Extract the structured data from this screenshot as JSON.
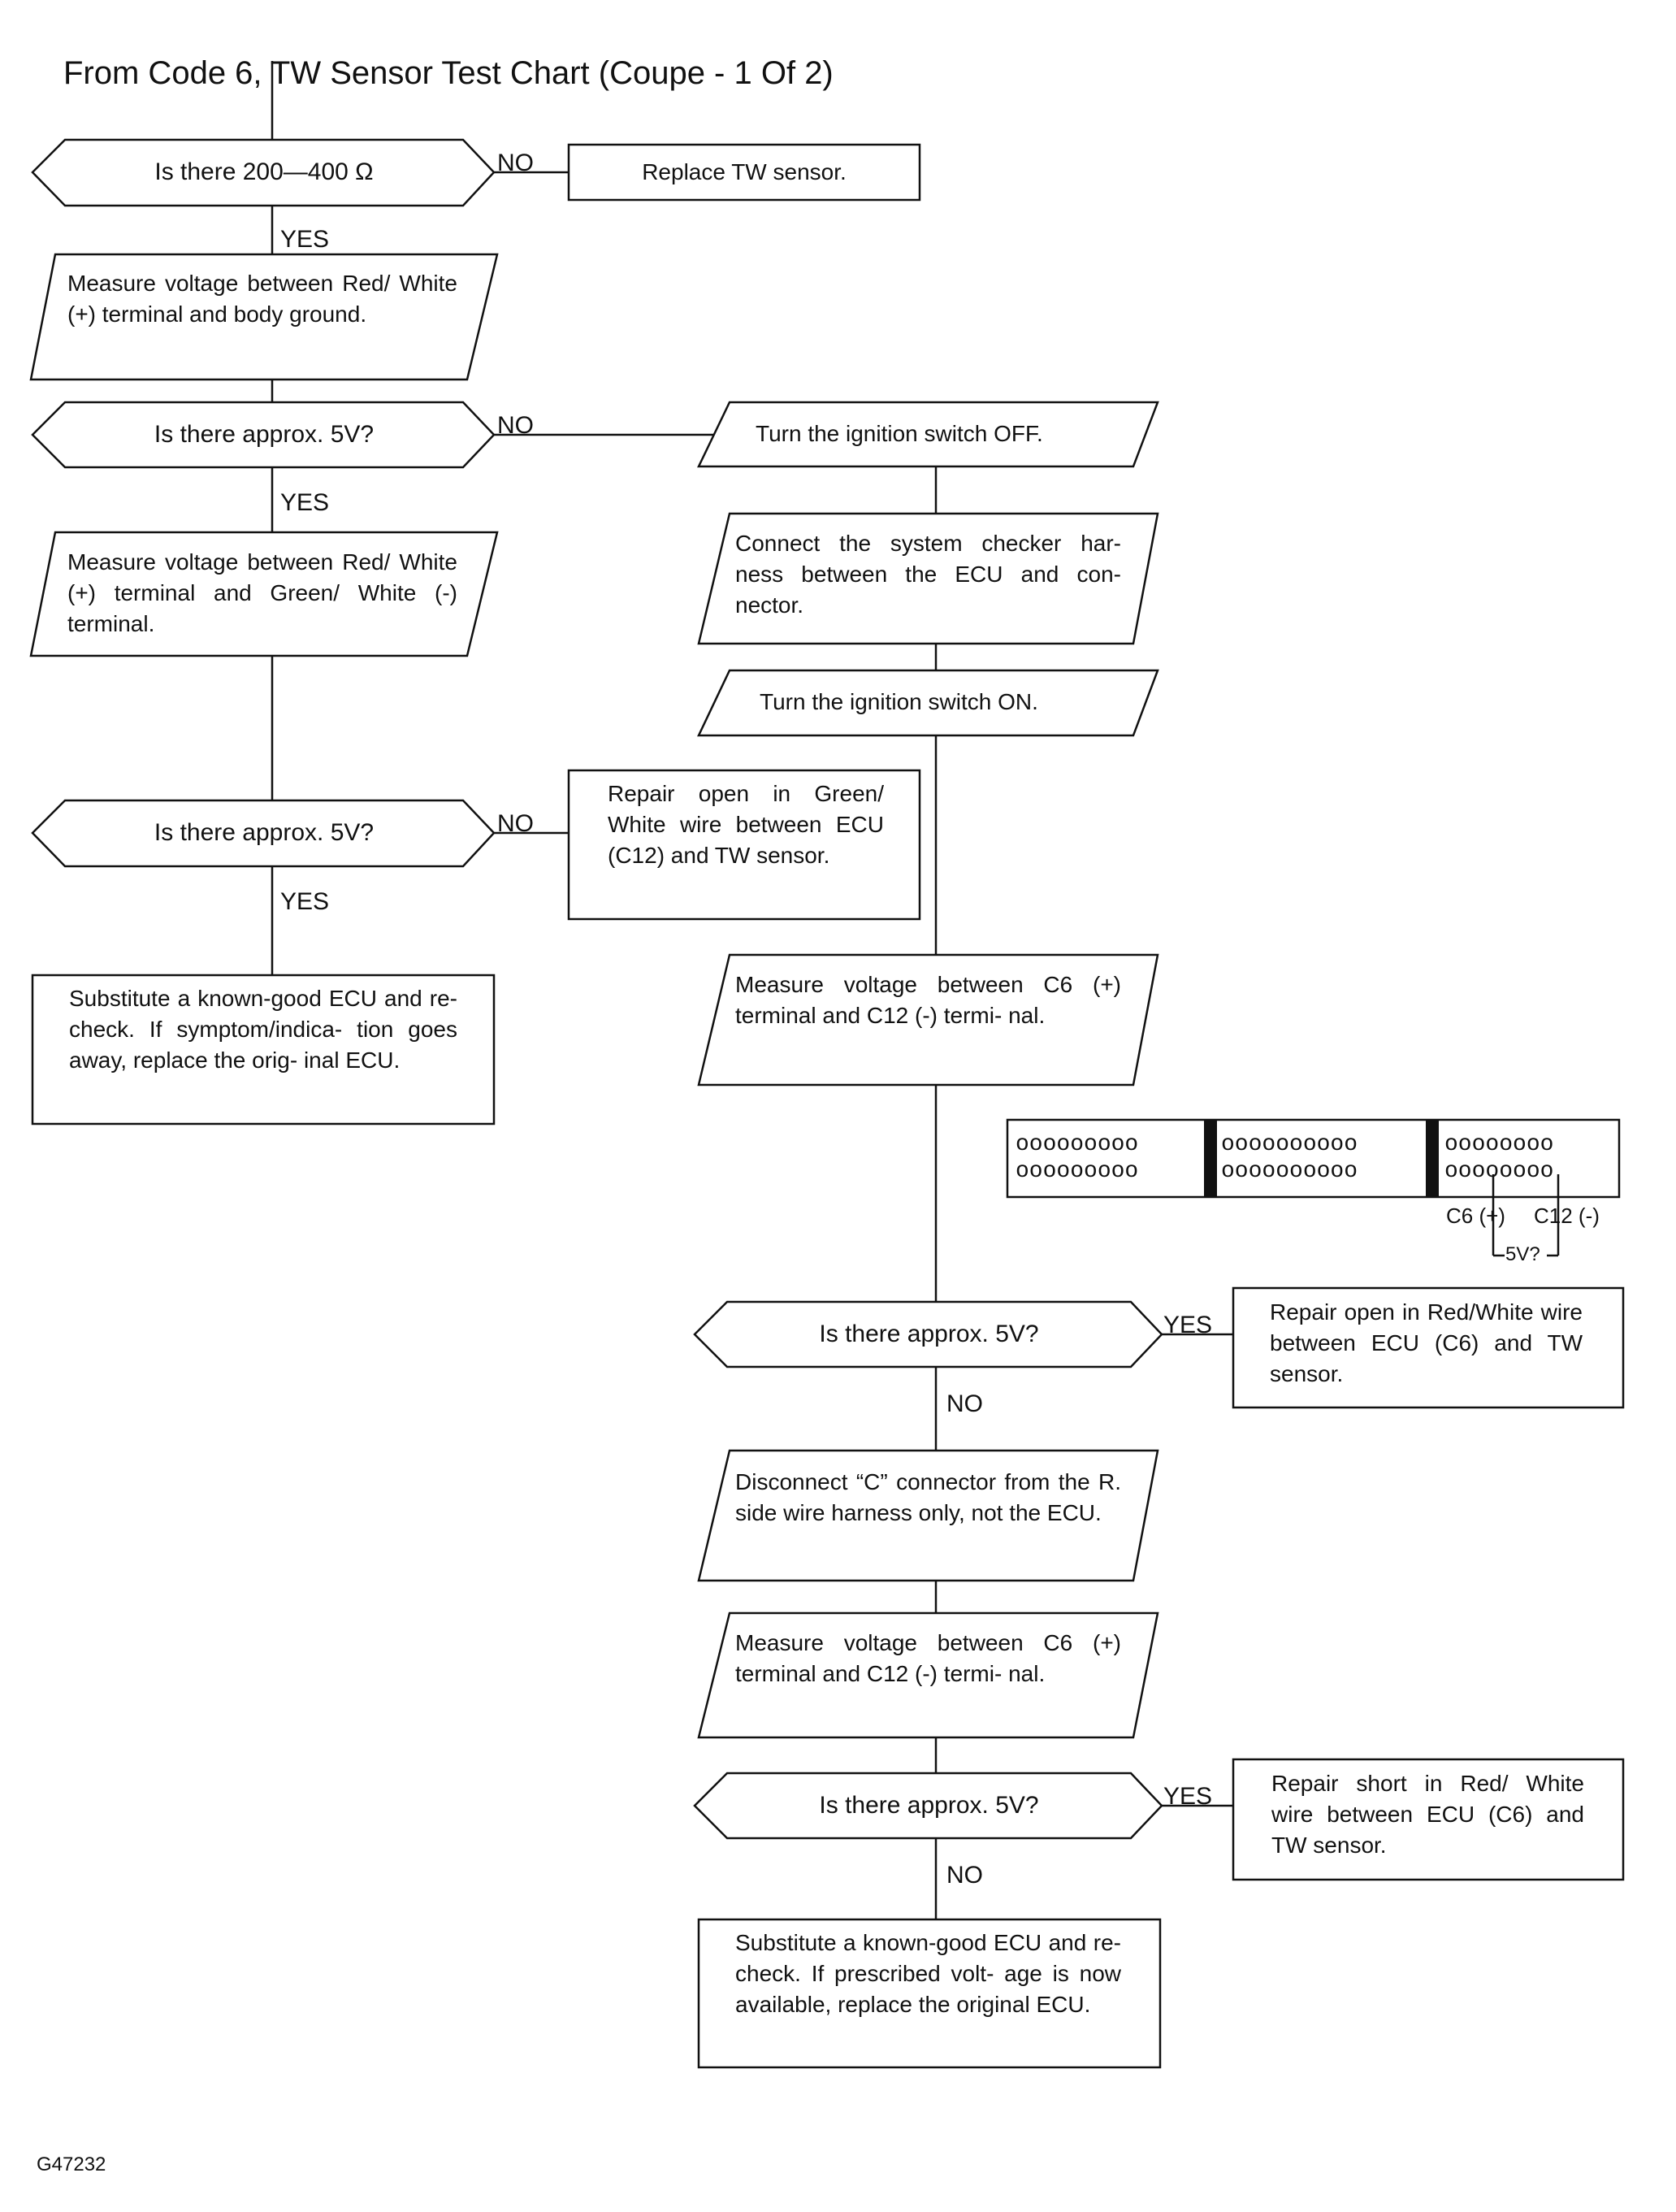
{
  "title": "From Code 6, TW Sensor Test Chart (Coupe - 1 Of 2)",
  "decision_resistance": "Is there 200—400 Ω",
  "decision_5v": "Is there approx. 5V?",
  "yes": "YES",
  "no": "NO",
  "box_replace_tw": "Replace TW sensor.",
  "box_measure_ground": "Measure voltage between Red/ White (+) terminal and body ground.",
  "box_measure_green": "Measure voltage between Red/ White (+) terminal and Green/ White (-) terminal.",
  "box_repair_green": "Repair open in Green/ White wire between ECU (C12) and TW sensor.",
  "box_substitute_left": "Substitute a known-good ECU and re-check. If symptom/indica- tion goes away, replace the orig- inal ECU.",
  "box_ign_off": "Turn the ignition switch OFF.",
  "box_connect_checker": "Connect the system checker har- ness between the ECU and con- nector.",
  "box_ign_on": "Turn the ignition switch ON.",
  "box_measure_c6": "Measure voltage between C6 (+) terminal and C12 (-) termi- nal.",
  "box_repair_open_red": "Repair open in Red/White wire between ECU (C6) and TW sensor.",
  "box_disconnect_c": "Disconnect “C” connector from the R. side wire harness only, not the ECU.",
  "box_measure_c6_b": "Measure voltage between C6 (+) terminal and C12 (-) termi- nal.",
  "box_repair_short_red": "Repair short in Red/ White wire between ECU (C6) and TW sensor.",
  "box_substitute_right": "Substitute a known-good ECU and re-check. If prescribed volt- age is now available, replace the original ECU.",
  "connector": {
    "row_a1": "ooooooooo",
    "row_a2": "ooooooooo",
    "row_b1": "oooooooooo",
    "row_b2": "oooooooooo",
    "row_c1": "oooooooo",
    "row_c2": "oooooooo",
    "pin_c6": "C6 (+)",
    "pin_c12": "C12 (-)",
    "volt": "5V?"
  },
  "figure_code": "G47232"
}
